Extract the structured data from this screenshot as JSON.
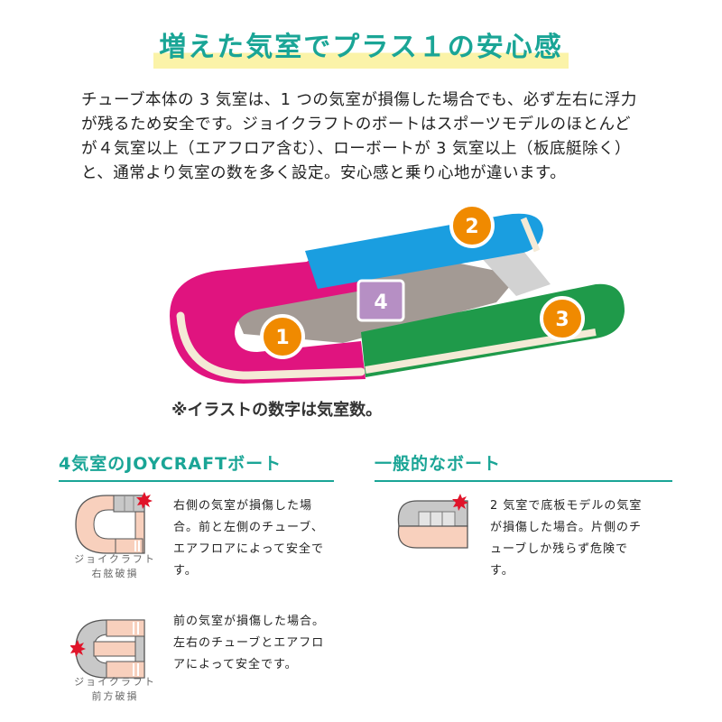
{
  "title": "増えた気室でプラス１の安心感",
  "intro": "チューブ本体の 3 気室は、1 つの気室が損傷した場合でも、必ず左右に浮力が残るため安全です。ジョイクラフトのボートはスポーツモデルのほとんどが４気室以上（エアフロア含む）、ローボートが 3 気室以上（板底艇除く）と、通常より気室の数を多く設定。安心感と乗り心地が違います。",
  "boat": {
    "chambers": [
      "1",
      "2",
      "3",
      "4"
    ]
  },
  "note": "※イラストの数字は気室数。",
  "left_section": {
    "heading": "4気室のJOYCRAFTボート",
    "cases": [
      {
        "caption_line1": "ジョイクラフト",
        "caption_line2": "右舷破損",
        "description": "右側の気室が損傷した場合。前と左側のチューブ、エアフロアによって安全です。"
      },
      {
        "caption_line1": "ジョイクラフト",
        "caption_line2": "前方破損",
        "description": "前の気室が損傷した場合。左右のチューブとエアフロアによって安全です。"
      }
    ]
  },
  "right_section": {
    "heading": "一般的なボート",
    "cases": [
      {
        "description": "2 気室で底板モデルの気室が損傷した場合。片側のチューブしか残らず危険です。"
      }
    ]
  },
  "colors": {
    "accent": "#1aa596",
    "pink": "#e0147f",
    "blue": "#1a9ee0",
    "green": "#1f9a4a",
    "orange": "#f08a00",
    "purple": "#b68fc4",
    "peach": "#f8d0bd",
    "gray": "#c8c8c8",
    "damage": "#e0142a"
  }
}
